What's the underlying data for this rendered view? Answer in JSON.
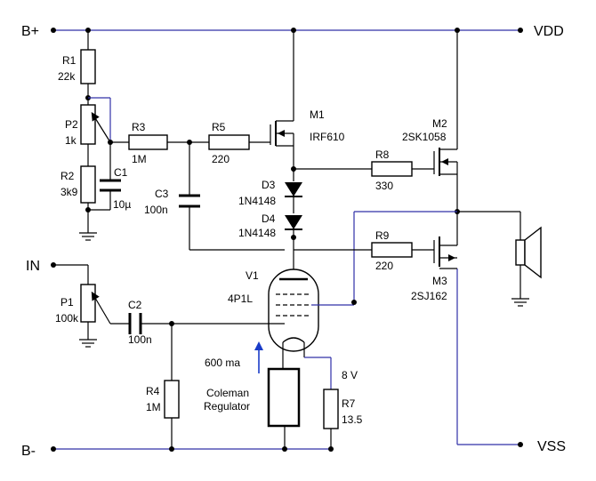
{
  "rails": {
    "b_plus": "B+",
    "b_minus": "B-",
    "vdd": "VDD",
    "vss": "VSS",
    "input": "IN"
  },
  "components": {
    "r1": {
      "ref": "R1",
      "value": "22k"
    },
    "p2": {
      "ref": "P2",
      "value": "1k"
    },
    "r2": {
      "ref": "R2",
      "value": "3k9"
    },
    "c1": {
      "ref": "C1",
      "value": "10µ"
    },
    "r3": {
      "ref": "R3",
      "value": "1M"
    },
    "r5": {
      "ref": "R5",
      "value": "220"
    },
    "c3": {
      "ref": "C3",
      "value": "100n"
    },
    "m1": {
      "ref": "M1",
      "value": "IRF610"
    },
    "d3": {
      "ref": "D3",
      "value": "1N4148"
    },
    "d4": {
      "ref": "D4",
      "value": "1N4148"
    },
    "r8": {
      "ref": "R8",
      "value": "330"
    },
    "m2": {
      "ref": "M2",
      "value": "2SK1058"
    },
    "r9": {
      "ref": "R9",
      "value": "220"
    },
    "m3": {
      "ref": "M3",
      "value": "2SJ162"
    },
    "v1": {
      "ref": "V1",
      "value": "4P1L"
    },
    "p1": {
      "ref": "P1",
      "value": "100k"
    },
    "c2": {
      "ref": "C2",
      "value": "100n"
    },
    "r4": {
      "ref": "R4",
      "value": "1M"
    },
    "r7": {
      "ref": "R7",
      "value": "13.5"
    }
  },
  "annotations": {
    "current": "600 ma",
    "regulator_line1": "Coleman",
    "regulator_line2": "Regulator",
    "voltage": "8 V"
  },
  "colors": {
    "wire_blue": "#3030a8",
    "wire_black": "#000000",
    "arrow_blue": "#1a3cc8"
  }
}
